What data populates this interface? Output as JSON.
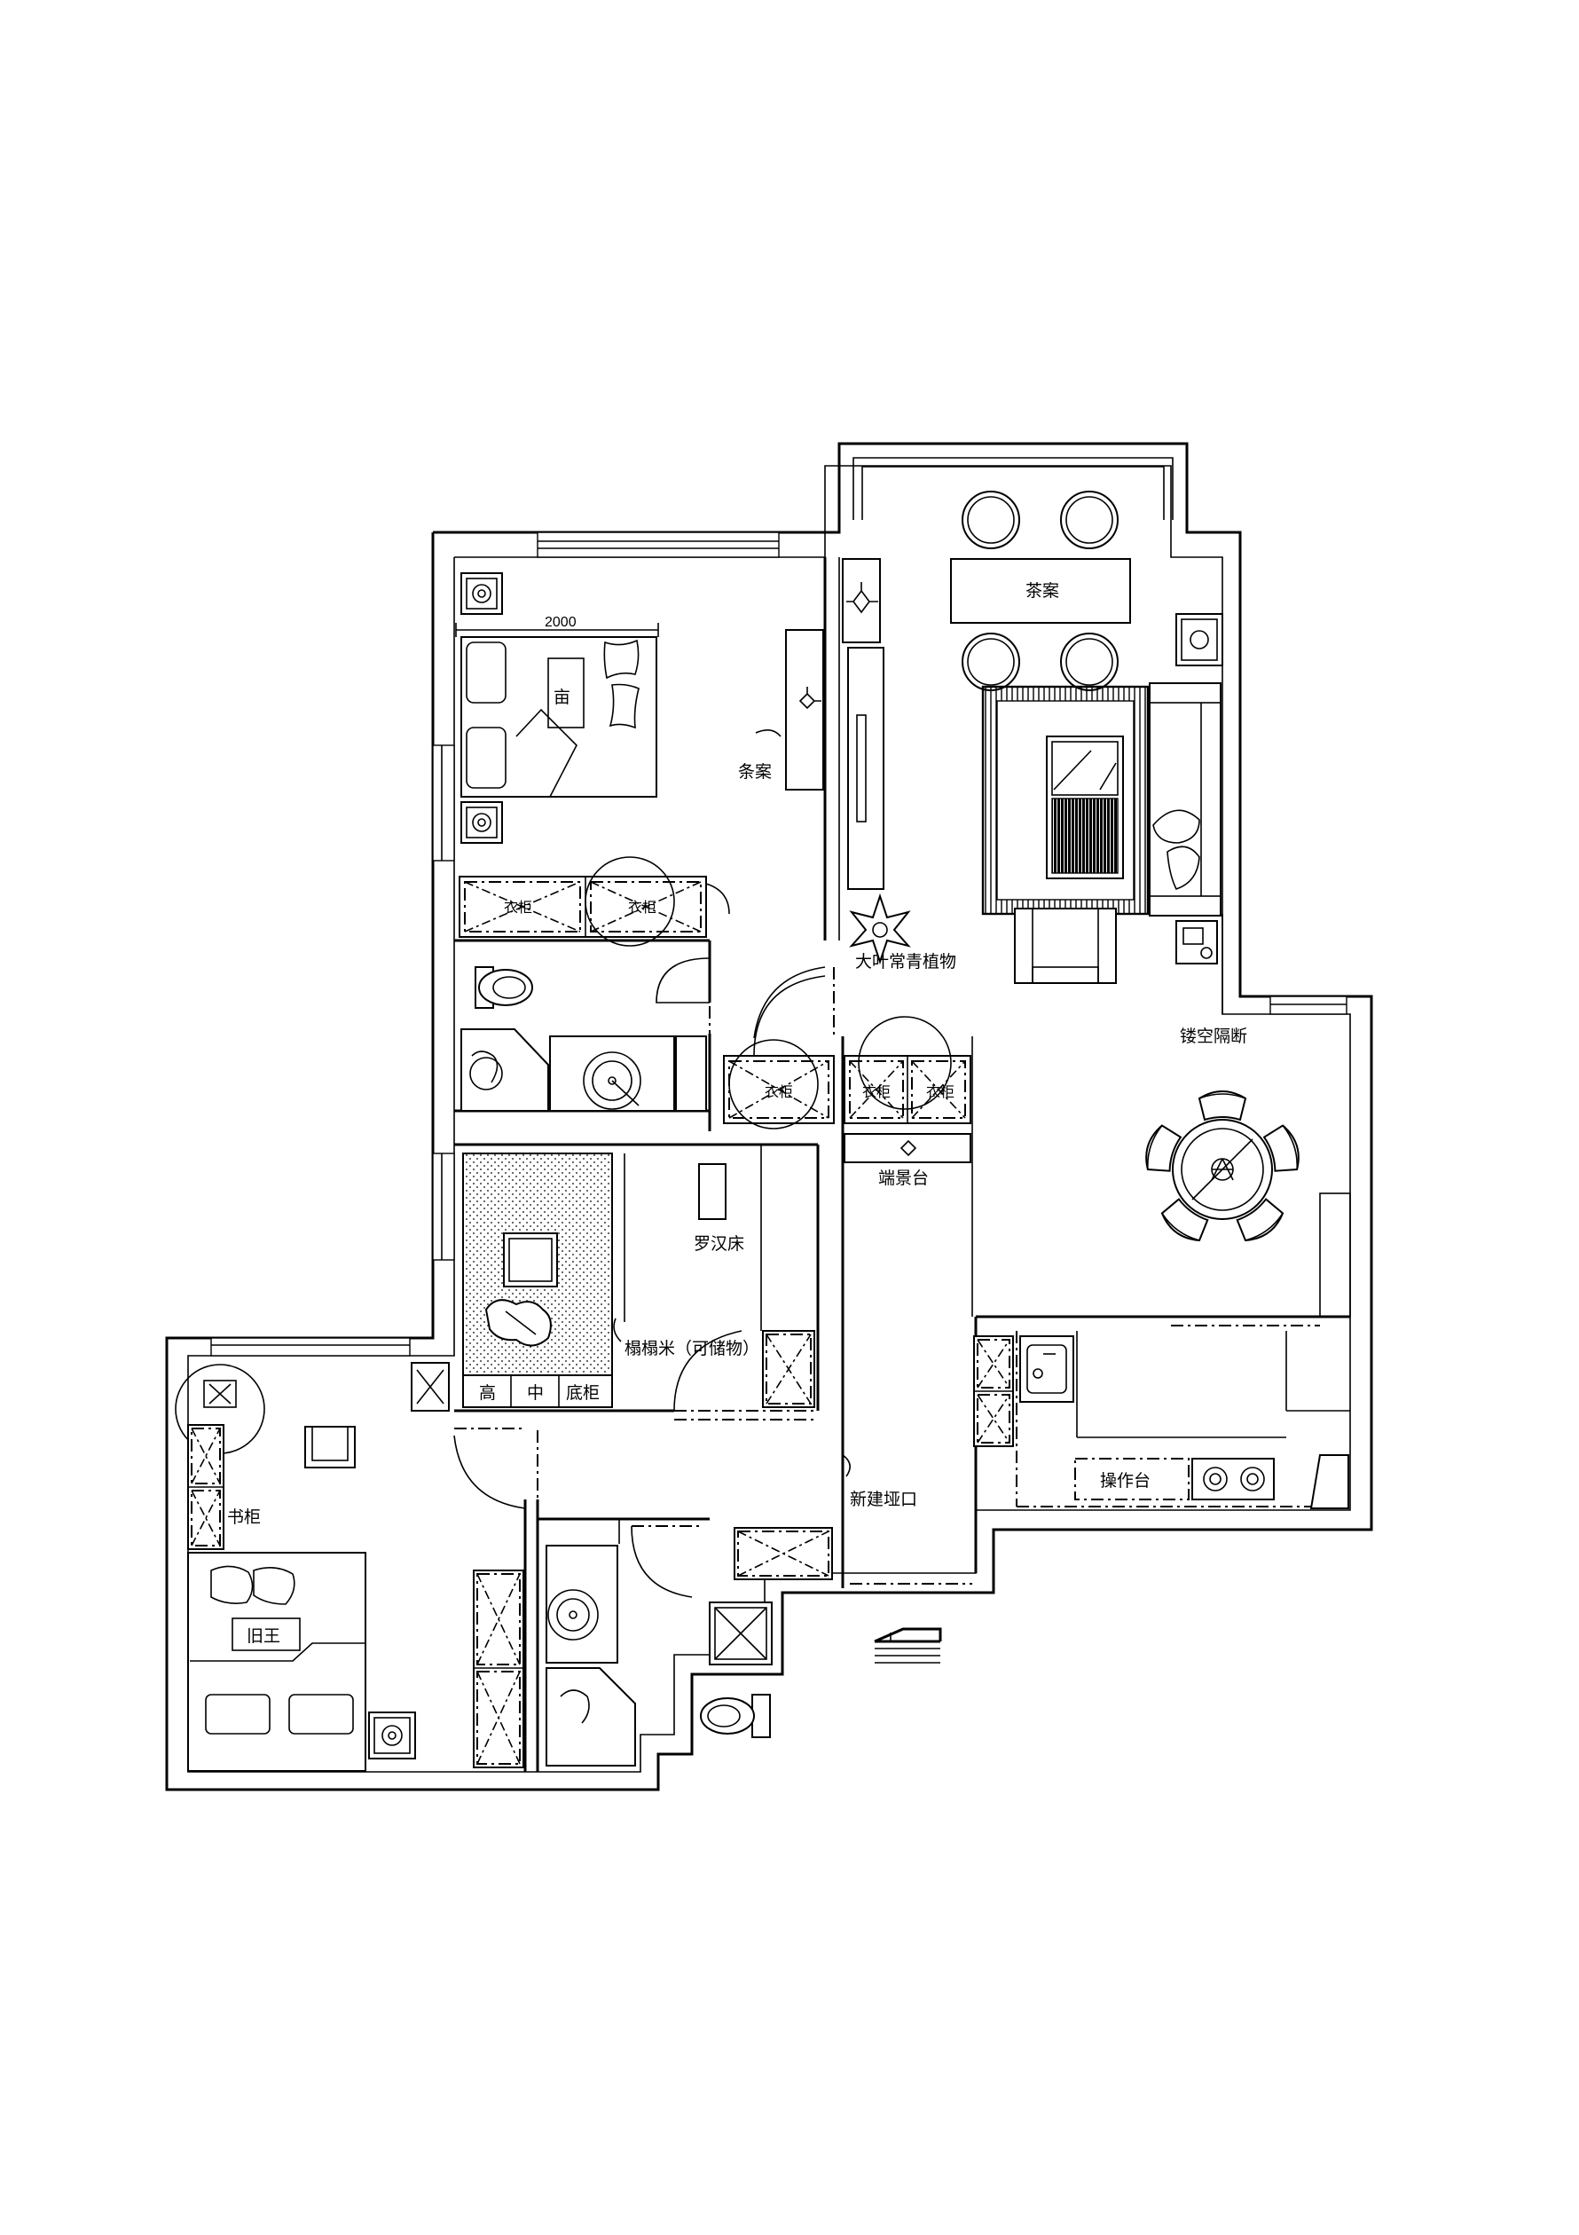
{
  "labels": {
    "tea_table": "茶案",
    "side_table": "条案",
    "plant": "大叶常青植物",
    "partition": "镂空隔断",
    "porch_table": "端景台",
    "luohan_bed": "罗汉床",
    "tatami": "榻榻米（可储物）",
    "cab_high": "高",
    "cab_mid": "中",
    "cab_low": "底柜",
    "new_opening": "新建垭口",
    "countertop": "操作台",
    "bookcase": "书柜",
    "wardrobe": "衣柜",
    "dim_2000": "2000",
    "bed_mark_1": "亩",
    "bed_mark_2": "旧王"
  },
  "colors": {
    "line": "#000000",
    "background": "#ffffff"
  }
}
